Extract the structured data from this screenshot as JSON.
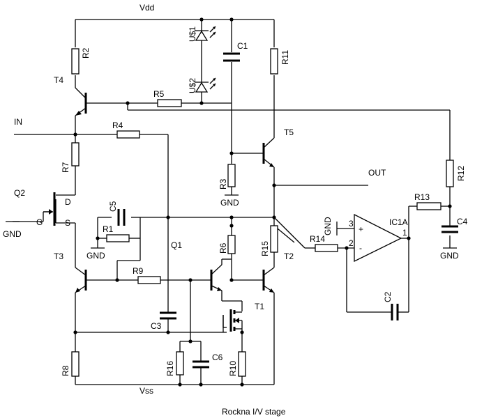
{
  "caption": "Rockna I/V stage",
  "rails": {
    "top": "Vdd",
    "bottom": "Vss"
  },
  "ports": {
    "input": "IN",
    "output": "OUT"
  },
  "transistors": {
    "t1": "T1",
    "t2": "T2",
    "t3": "T3",
    "t4": "T4",
    "t5": "T5",
    "q1": "Q1",
    "q2": "Q2"
  },
  "fet_pins": {
    "d": "D",
    "g": "G",
    "s": "S"
  },
  "resistors": {
    "r1": "R1",
    "r2": "R2",
    "r3": "R3",
    "r4": "R4",
    "r5": "R5",
    "r6": "R6",
    "r7": "R7",
    "r8": "R8",
    "r9": "R9",
    "r10": "R10",
    "r11": "R11",
    "r12": "R12",
    "r13": "R13",
    "r14": "R14",
    "r15": "R15",
    "r16": "R16"
  },
  "capacitors": {
    "c1": "C1",
    "c2": "C2",
    "c3": "C3",
    "c4": "C4",
    "c5": "C5",
    "c6": "C6"
  },
  "leds": {
    "u1": "U$1",
    "u2": "U$2"
  },
  "opamp": {
    "name": "IC1A",
    "pin1": "1",
    "pin2": "2",
    "pin3": "3",
    "plus": "+",
    "minus": "-"
  },
  "grounds": {
    "label": "GND"
  }
}
